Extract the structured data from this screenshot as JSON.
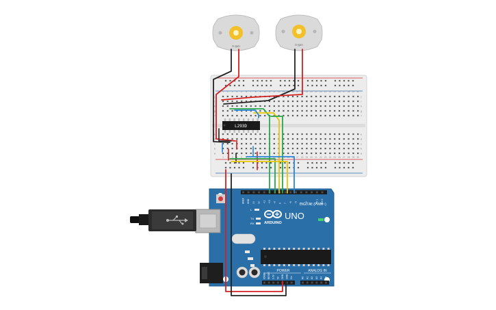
{
  "motors": [
    {
      "label": "0 rpm"
    },
    {
      "label": "0 rpm"
    }
  ],
  "chip": {
    "label": "L293D"
  },
  "breadboard": {
    "row_letters_top": [
      "j",
      "i",
      "h",
      "g",
      "f"
    ],
    "row_letters_bottom": [
      "e",
      "d",
      "c",
      "b",
      "a"
    ],
    "column_numbers": [
      "1",
      "2",
      "3",
      "4",
      "5",
      "6",
      "7",
      "8",
      "9",
      "10",
      "11",
      "12",
      "13",
      "14",
      "15",
      "16",
      "17",
      "18",
      "19",
      "20",
      "21",
      "22",
      "23",
      "24",
      "25",
      "26",
      "27",
      "28",
      "29",
      "30"
    ]
  },
  "arduino": {
    "model": "UNO",
    "brand": "ARDUINO",
    "digital_label": "DIGITAL (PWM~)",
    "power_label": "POWER",
    "analog_label": "ANALOG IN",
    "on_label": "ON",
    "tx_label": "TX",
    "rx_label": "RX",
    "l_label": "L",
    "digital_pins": [
      "AREF",
      "GND",
      "13",
      "12",
      "~11",
      "~10",
      "~9",
      "8",
      "7",
      "~6",
      "~5",
      "4",
      "~3",
      "2",
      "TX 1",
      "RX 0"
    ],
    "power_pins": [
      "IOREF",
      "RESET",
      "3.3V",
      "5V",
      "GND",
      "GND",
      "Vin"
    ],
    "analog_pins": [
      "A0",
      "A1",
      "A2",
      "A3",
      "A4",
      "A5"
    ]
  },
  "colors": {
    "board": "#2a6fa8",
    "breadboard": "#e9e9e9",
    "rail_red": "#d22b2b",
    "rail_blue": "#2a6fb5",
    "wire_red": "#d42020",
    "wire_black": "#222222",
    "wire_green": "#2aa84a",
    "wire_yellow": "#e8c700",
    "wire_blue": "#2a86d6",
    "chip": "#1a1a1a",
    "motor_body": "#d8d8d8",
    "motor_hub": "#f2c02a"
  }
}
